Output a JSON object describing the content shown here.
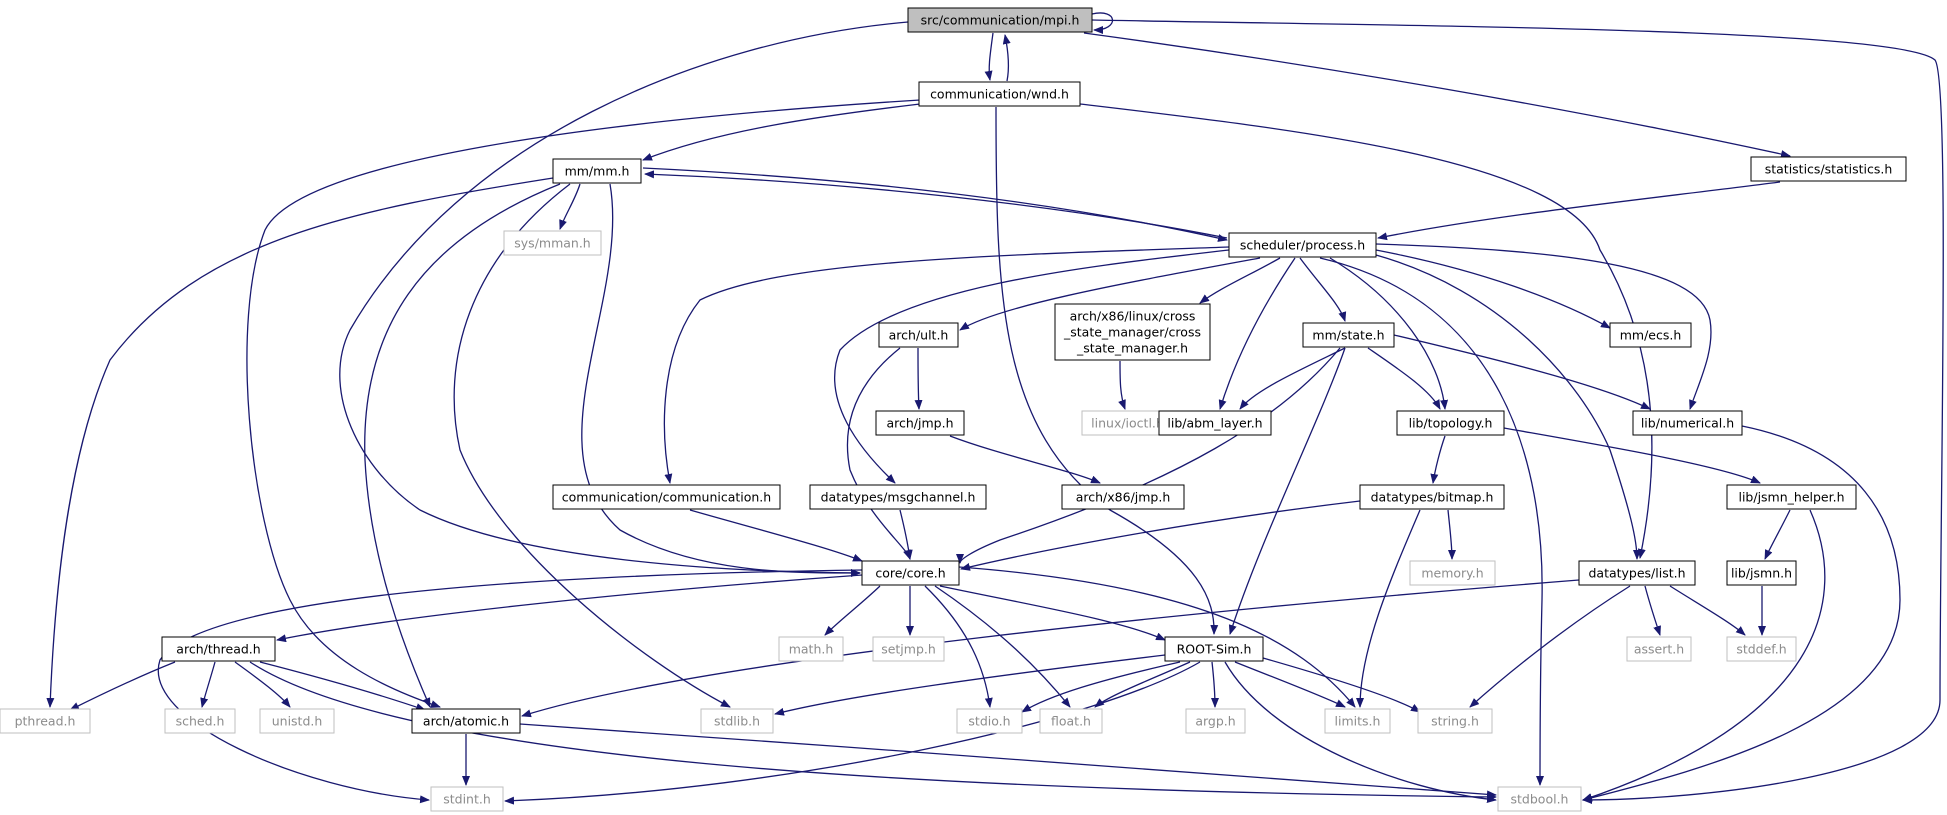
{
  "graph": {
    "colors": {
      "edge": "#191970",
      "root_fill": "#bfbfbf",
      "node_border": "#000000",
      "external_border": "#bfbfbf",
      "external_text": "#8c8c8c",
      "text": "#000000"
    },
    "nodes": [
      {
        "id": "mpi",
        "label": "src/communication/mpi.h",
        "kind": "root"
      },
      {
        "id": "wnd",
        "label": "communication/wnd.h",
        "kind": "internal"
      },
      {
        "id": "statistics",
        "label": "statistics/statistics.h",
        "kind": "internal"
      },
      {
        "id": "mm",
        "label": "mm/mm.h",
        "kind": "internal"
      },
      {
        "id": "sysmman",
        "label": "sys/mman.h",
        "kind": "external"
      },
      {
        "id": "process",
        "label": "scheduler/process.h",
        "kind": "internal"
      },
      {
        "id": "ult",
        "label": "arch/ult.h",
        "kind": "internal"
      },
      {
        "id": "csm",
        "label": [
          "arch/x86/linux/cross",
          "_state_manager/cross",
          "_state_manager.h"
        ],
        "kind": "internal"
      },
      {
        "id": "state",
        "label": "mm/state.h",
        "kind": "internal"
      },
      {
        "id": "ecs",
        "label": "mm/ecs.h",
        "kind": "internal"
      },
      {
        "id": "jmp",
        "label": "arch/jmp.h",
        "kind": "internal"
      },
      {
        "id": "ioctl",
        "label": "linux/ioctl.h",
        "kind": "external"
      },
      {
        "id": "abm",
        "label": "lib/abm_layer.h",
        "kind": "internal"
      },
      {
        "id": "topology",
        "label": "lib/topology.h",
        "kind": "internal"
      },
      {
        "id": "numerical",
        "label": "lib/numerical.h",
        "kind": "internal"
      },
      {
        "id": "comm",
        "label": "communication/communication.h",
        "kind": "internal"
      },
      {
        "id": "msgchannel",
        "label": "datatypes/msgchannel.h",
        "kind": "internal"
      },
      {
        "id": "x86jmp",
        "label": "arch/x86/jmp.h",
        "kind": "internal"
      },
      {
        "id": "bitmap",
        "label": "datatypes/bitmap.h",
        "kind": "internal"
      },
      {
        "id": "jsmnhelper",
        "label": "lib/jsmn_helper.h",
        "kind": "internal"
      },
      {
        "id": "core",
        "label": "core/core.h",
        "kind": "internal"
      },
      {
        "id": "memory",
        "label": "memory.h",
        "kind": "external"
      },
      {
        "id": "list",
        "label": "datatypes/list.h",
        "kind": "internal"
      },
      {
        "id": "jsmn",
        "label": "lib/jsmn.h",
        "kind": "internal"
      },
      {
        "id": "thread",
        "label": "arch/thread.h",
        "kind": "internal"
      },
      {
        "id": "math",
        "label": "math.h",
        "kind": "external"
      },
      {
        "id": "setjmp",
        "label": "setjmp.h",
        "kind": "external"
      },
      {
        "id": "rootsim",
        "label": "ROOT-Sim.h",
        "kind": "internal"
      },
      {
        "id": "assert",
        "label": "assert.h",
        "kind": "external"
      },
      {
        "id": "stddef",
        "label": "stddef.h",
        "kind": "external"
      },
      {
        "id": "pthread",
        "label": "pthread.h",
        "kind": "external"
      },
      {
        "id": "sched",
        "label": "sched.h",
        "kind": "external"
      },
      {
        "id": "unistd",
        "label": "unistd.h",
        "kind": "external"
      },
      {
        "id": "atomic",
        "label": "arch/atomic.h",
        "kind": "internal"
      },
      {
        "id": "stdlib",
        "label": "stdlib.h",
        "kind": "external"
      },
      {
        "id": "stdio",
        "label": "stdio.h",
        "kind": "external"
      },
      {
        "id": "float",
        "label": "float.h",
        "kind": "external"
      },
      {
        "id": "argp",
        "label": "argp.h",
        "kind": "external"
      },
      {
        "id": "limits",
        "label": "limits.h",
        "kind": "external"
      },
      {
        "id": "string",
        "label": "string.h",
        "kind": "external"
      },
      {
        "id": "stdint",
        "label": "stdint.h",
        "kind": "external"
      },
      {
        "id": "stdbool",
        "label": "stdbool.h",
        "kind": "external"
      }
    ],
    "edges": [
      [
        "mpi",
        "wnd"
      ],
      [
        "wnd",
        "mpi"
      ],
      [
        "mpi",
        "mpi"
      ],
      [
        "mpi",
        "statistics"
      ],
      [
        "mpi",
        "core"
      ],
      [
        "mpi",
        "stdbool"
      ],
      [
        "wnd",
        "mm"
      ],
      [
        "wnd",
        "list"
      ],
      [
        "wnd",
        "rootsim"
      ],
      [
        "wnd",
        "atomic"
      ],
      [
        "statistics",
        "process"
      ],
      [
        "mm",
        "process"
      ],
      [
        "process",
        "mm"
      ],
      [
        "mm",
        "sysmman"
      ],
      [
        "mm",
        "pthread"
      ],
      [
        "mm",
        "atomic"
      ],
      [
        "mm",
        "stdlib"
      ],
      [
        "mm",
        "core"
      ],
      [
        "process",
        "ult"
      ],
      [
        "process",
        "csm"
      ],
      [
        "process",
        "state"
      ],
      [
        "process",
        "ecs"
      ],
      [
        "process",
        "abm"
      ],
      [
        "process",
        "topology"
      ],
      [
        "process",
        "numerical"
      ],
      [
        "process",
        "comm"
      ],
      [
        "process",
        "msgchannel"
      ],
      [
        "process",
        "list"
      ],
      [
        "process",
        "stdbool"
      ],
      [
        "ult",
        "jmp"
      ],
      [
        "ult",
        "core"
      ],
      [
        "jmp",
        "x86jmp"
      ],
      [
        "csm",
        "ioctl"
      ],
      [
        "state",
        "abm"
      ],
      [
        "state",
        "topology"
      ],
      [
        "state",
        "numerical"
      ],
      [
        "state",
        "core"
      ],
      [
        "state",
        "rootsim"
      ],
      [
        "topology",
        "bitmap"
      ],
      [
        "topology",
        "jsmnhelper"
      ],
      [
        "numerical",
        "stdbool"
      ],
      [
        "comm",
        "core"
      ],
      [
        "msgchannel",
        "core"
      ],
      [
        "bitmap",
        "core"
      ],
      [
        "bitmap",
        "memory"
      ],
      [
        "bitmap",
        "limits"
      ],
      [
        "jsmnhelper",
        "jsmn"
      ],
      [
        "jsmnhelper",
        "stdbool"
      ],
      [
        "jsmn",
        "stddef"
      ],
      [
        "list",
        "atomic"
      ],
      [
        "list",
        "assert"
      ],
      [
        "list",
        "stddef"
      ],
      [
        "list",
        "string"
      ],
      [
        "core",
        "thread"
      ],
      [
        "core",
        "math"
      ],
      [
        "core",
        "setjmp"
      ],
      [
        "core",
        "rootsim"
      ],
      [
        "core",
        "stdio"
      ],
      [
        "core",
        "float"
      ],
      [
        "core",
        "limits"
      ],
      [
        "core",
        "stdint"
      ],
      [
        "rootsim",
        "stdlib"
      ],
      [
        "rootsim",
        "stdio"
      ],
      [
        "rootsim",
        "float"
      ],
      [
        "rootsim",
        "argp"
      ],
      [
        "rootsim",
        "limits"
      ],
      [
        "rootsim",
        "string"
      ],
      [
        "rootsim",
        "stdint"
      ],
      [
        "rootsim",
        "stdbool"
      ],
      [
        "thread",
        "pthread"
      ],
      [
        "thread",
        "sched"
      ],
      [
        "thread",
        "unistd"
      ],
      [
        "thread",
        "atomic"
      ],
      [
        "thread",
        "stdbool"
      ],
      [
        "atomic",
        "stdint"
      ],
      [
        "atomic",
        "stdbool"
      ]
    ]
  }
}
